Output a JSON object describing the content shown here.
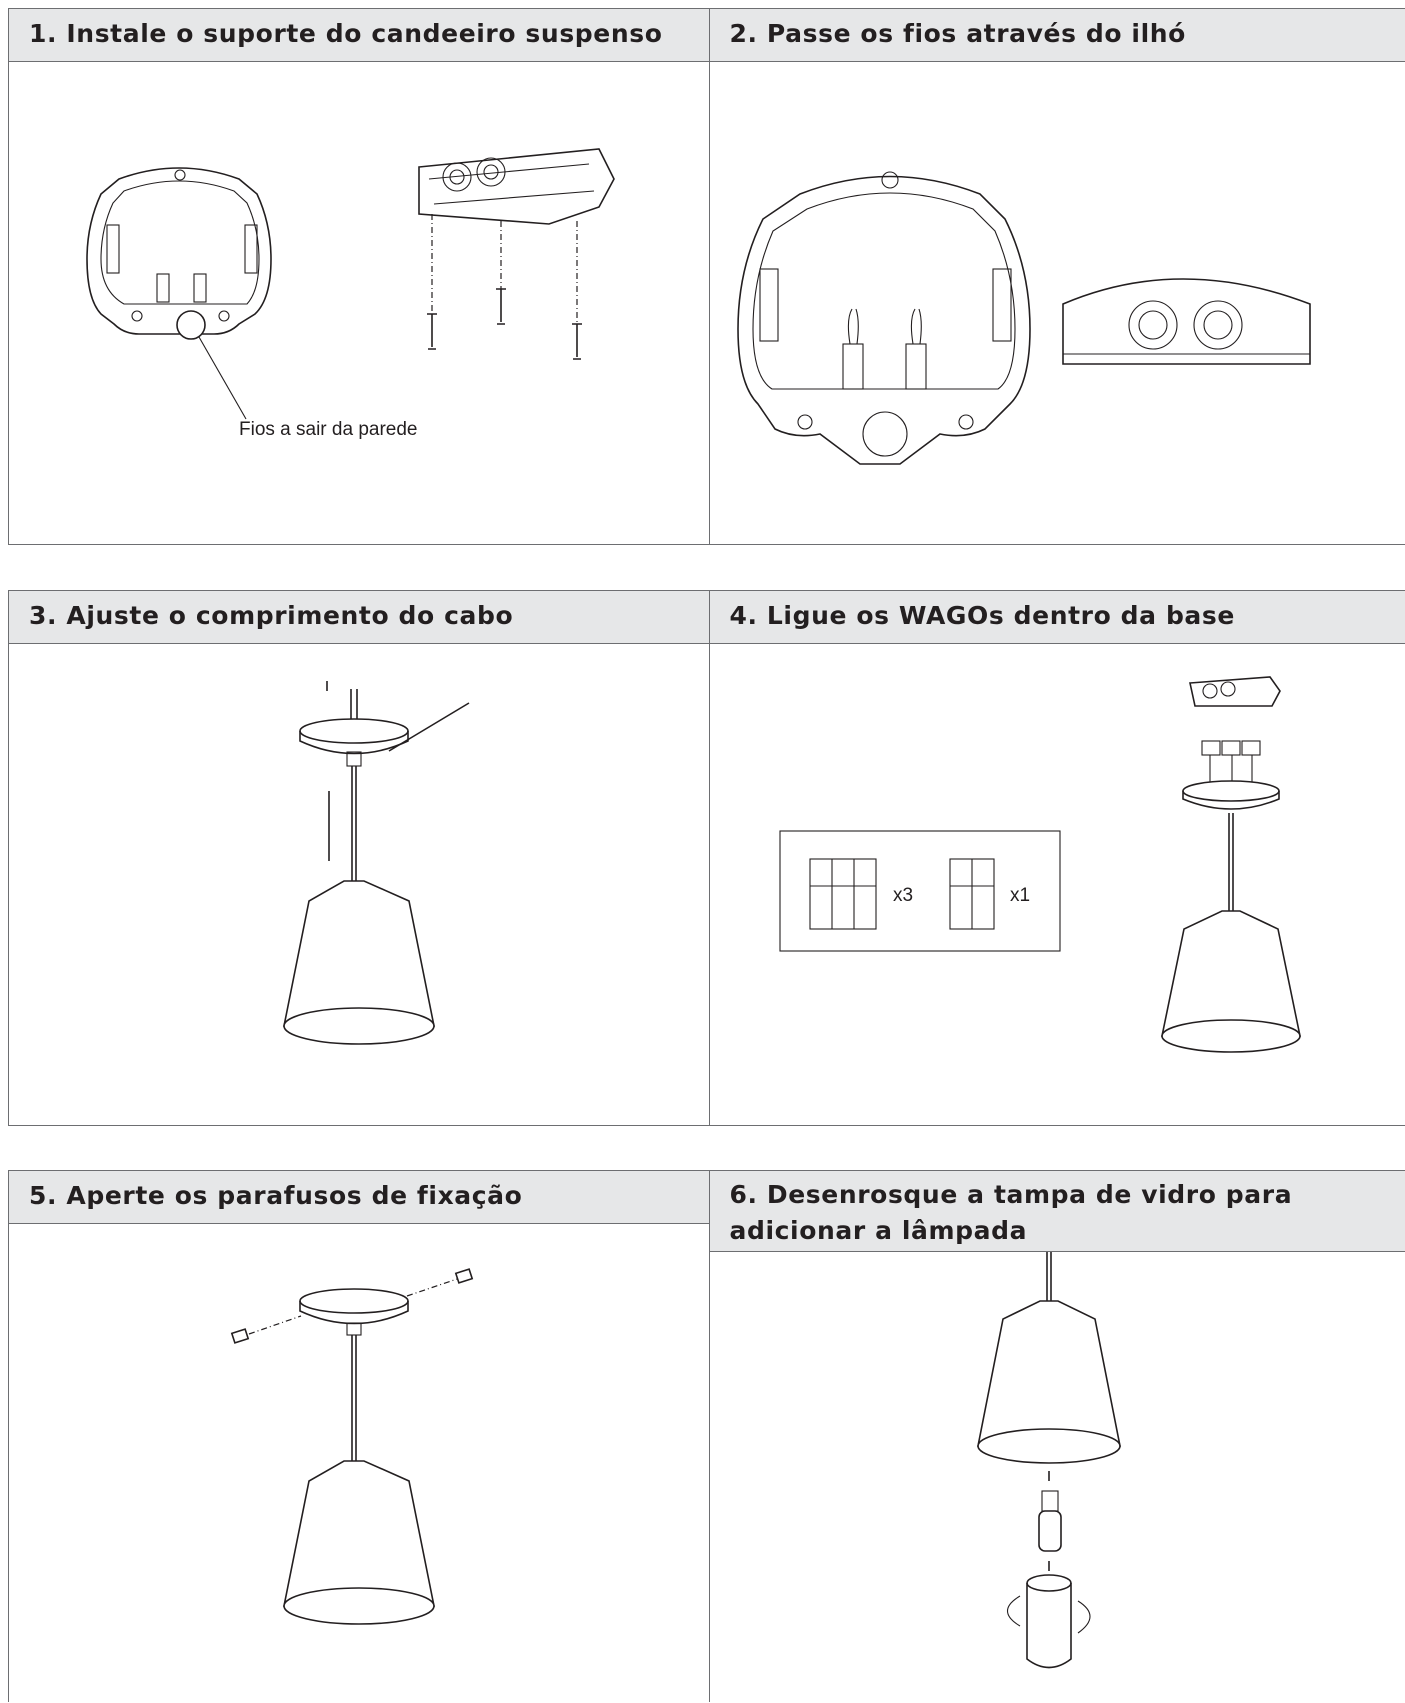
{
  "steps": [
    {
      "title": "1.  Instale o suporte do candeeiro suspenso",
      "callout": "Fios a sair da parede"
    },
    {
      "title": "2. Passe os fios através do ilhó"
    },
    {
      "title": "3.  Ajuste o comprimento do cabo"
    },
    {
      "title": "4.  Ligue os WAGOs dentro da base",
      "qty_a": "x3",
      "qty_b": "x1"
    },
    {
      "title": "5. Aperte os parafusos de fixação"
    },
    {
      "title": "6. Desenrosque a tampa de vidro para adicionar a lâmpada"
    }
  ]
}
